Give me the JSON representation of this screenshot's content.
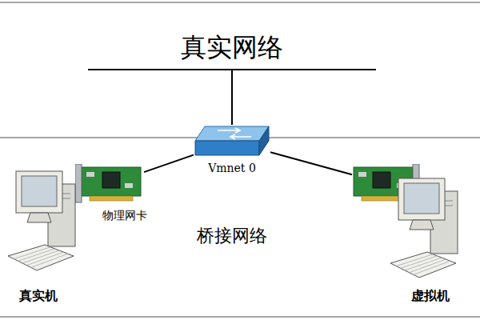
{
  "diagram": {
    "nodes": [
      {
        "text": [
          "真实网络"
        ]
      },
      {
        "text": [
          "Vmnet 0"
        ]
      },
      {
        "text": [
          "物理网卡"
        ]
      },
      {
        "text": [
          "真实机"
        ]
      },
      {
        "text": [
          "虚拟机"
        ]
      }
    ],
    "edges": [
      {
        "from": 0,
        "to": 1,
        "arrow": "none"
      },
      {
        "from": 1,
        "to": 2,
        "arrow": "none"
      },
      {
        "from": 1,
        "to": 4,
        "arrow": "none"
      }
    ],
    "labels": [
      "桥接网络"
    ]
  }
}
